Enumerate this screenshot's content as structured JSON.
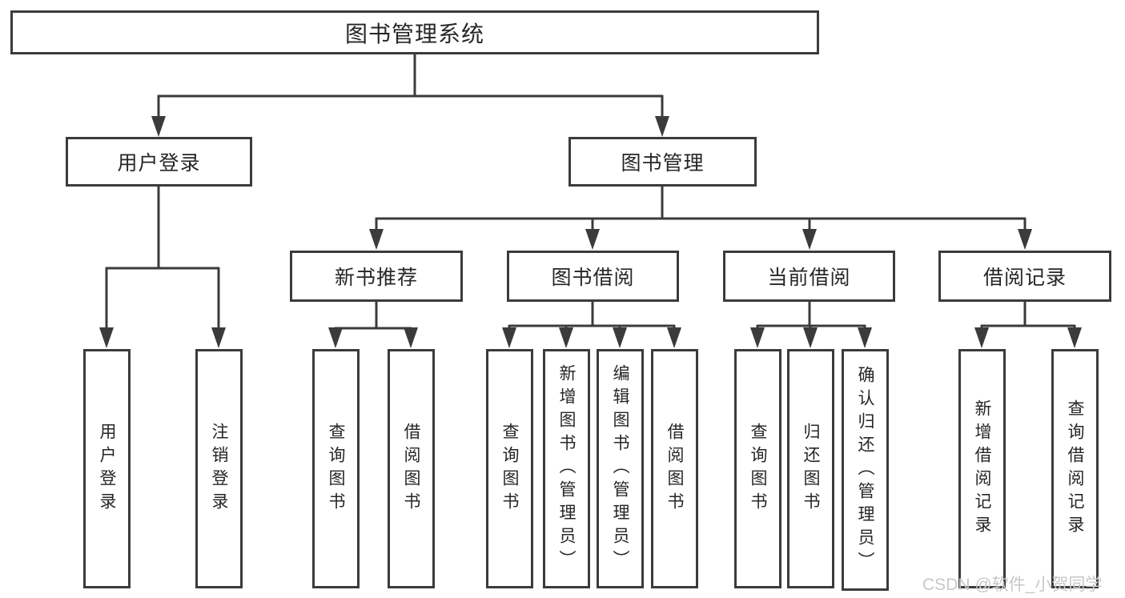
{
  "diagram": {
    "root": "图书管理系统",
    "level2": {
      "user_login": "用户登录",
      "book_mgmt": "图书管理"
    },
    "level3": {
      "new_books": "新书推荐",
      "borrowing": "图书借阅",
      "current": "当前借阅",
      "records": "借阅记录"
    },
    "leaves": {
      "user_login": [
        "用户登录",
        "注销登录"
      ],
      "new_books": [
        "查询图书",
        "借阅图书"
      ],
      "borrowing": [
        "查询图书",
        "新增图书（管理员）",
        "编辑图书（管理员）",
        "借阅图书"
      ],
      "current": [
        "查询图书",
        "归还图书",
        "确认归还（管理员）"
      ],
      "records": [
        "新增借阅记录",
        "查询借阅记录"
      ]
    },
    "watermark": "CSDN @软件_小贺同学"
  },
  "colors": {
    "line": "#3b3b3b",
    "text": "#262626",
    "watermark": "#c8c8c8",
    "background": "#ffffff"
  }
}
